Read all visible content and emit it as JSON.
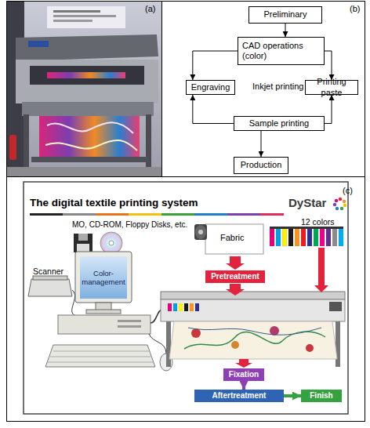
{
  "diagram": {
    "nodes": [
      {
        "text": [
          "(a)"
        ]
      },
      {
        "text": [
          "(b)"
        ]
      },
      {
        "text": [
          "Preliminary"
        ],
        "in": 1
      },
      {
        "text": [
          "CAD operations (color)"
        ],
        "in": 1
      },
      {
        "text": [
          "Engraving"
        ],
        "in": 1
      },
      {
        "text": [
          "Printing paste"
        ],
        "in": 1
      },
      {
        "text": [
          "Sample printing"
        ],
        "in": 1
      },
      {
        "text": [
          "Production"
        ],
        "in": 1
      },
      {
        "text": [
          "(c)",
          "The digital textile printing system"
        ]
      },
      {
        "text": [
          "Color-management"
        ],
        "in": 8
      },
      {
        "text": [
          "Pretreatment"
        ],
        "in": 8
      },
      {
        "text": [
          "Fixation"
        ],
        "in": 8
      },
      {
        "text": [
          "Aftertreatment"
        ],
        "in": 8
      },
      {
        "text": [
          "Finish"
        ],
        "in": 8
      }
    ],
    "edges": [
      {
        "from": 2,
        "to": 3,
        "arrow": "to"
      },
      {
        "from": 3,
        "to": 4,
        "arrow": "to"
      },
      {
        "from": 3,
        "to": 5,
        "arrow": "to"
      },
      {
        "from": 6,
        "to": 4,
        "arrow": "to"
      },
      {
        "from": 6,
        "to": 5,
        "arrow": "to"
      },
      {
        "from": 6,
        "to": 7,
        "arrow": "to"
      },
      {
        "from": 11,
        "to": 12,
        "arrow": "to"
      },
      {
        "from": 12,
        "to": 13,
        "arrow": "to"
      }
    ],
    "labels": [
      "Inkjet printing",
      "DyStar",
      "MO, CD-ROM, Floppy Disks, etc.",
      "12 colors",
      "Fabric",
      "Scanner"
    ]
  }
}
